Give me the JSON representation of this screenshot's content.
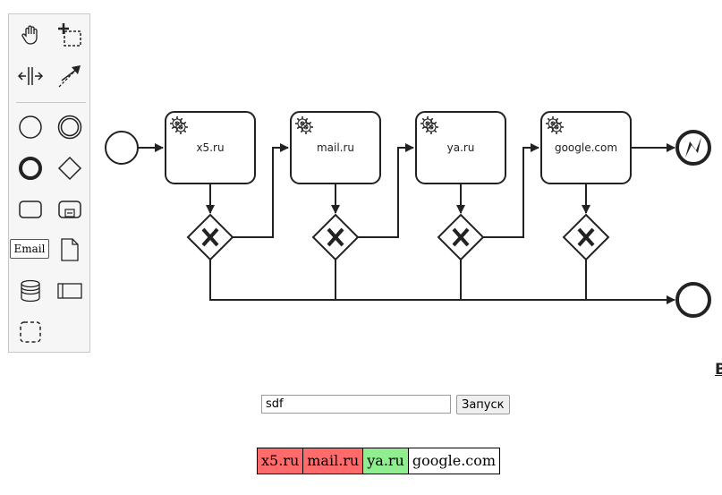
{
  "palette": {
    "email_label": "Email",
    "tools": [
      {
        "id": "hand-tool-icon"
      },
      {
        "id": "lasso-tool-icon"
      },
      {
        "id": "space-tool-icon"
      },
      {
        "id": "global-connect-tool-icon"
      },
      {
        "id": "start-event-icon"
      },
      {
        "id": "intermediate-event-icon"
      },
      {
        "id": "end-event-icon"
      },
      {
        "id": "gateway-icon"
      },
      {
        "id": "task-icon"
      },
      {
        "id": "subprocess-icon"
      },
      {
        "id": "data-object-icon"
      },
      {
        "id": "data-store-icon"
      },
      {
        "id": "pool-icon"
      },
      {
        "id": "group-icon"
      }
    ]
  },
  "diagram": {
    "tasks": [
      {
        "label": "x5.ru"
      },
      {
        "label": "mail.ru"
      },
      {
        "label": "ya.ru"
      },
      {
        "label": "google.com"
      }
    ]
  },
  "form": {
    "input_value": "sdf",
    "run_label": "Запуск"
  },
  "results": [
    {
      "label": "x5.ru",
      "color": "#ff6b6b"
    },
    {
      "label": "mail.ru",
      "color": "#ff6b6b"
    },
    {
      "label": "ya.ru",
      "color": "#90ee90"
    },
    {
      "label": "google.com",
      "color": "#ffffff"
    }
  ],
  "edge_label": "B"
}
